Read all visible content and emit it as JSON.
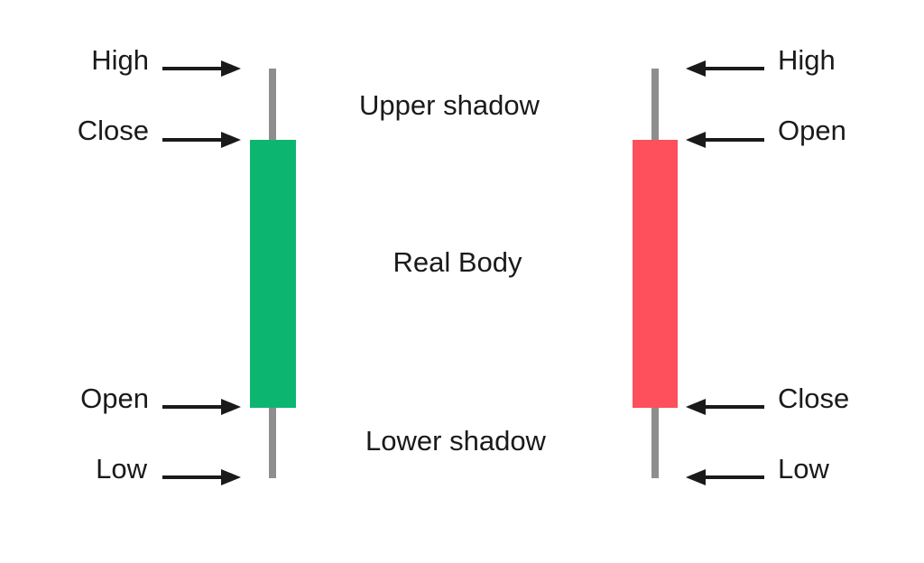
{
  "colors": {
    "background": "#ffffff",
    "text": "#1a1a1a",
    "arrow": "#1a1a1a",
    "wick": "#8e8e8e",
    "bullish": "#0db670",
    "bearish": "#fd4f5c"
  },
  "left_candle": {
    "type": "bullish",
    "labels": {
      "high": "High",
      "close": "Close",
      "open": "Open",
      "low": "Low"
    }
  },
  "right_candle": {
    "type": "bearish",
    "labels": {
      "high": "High",
      "open": "Open",
      "close": "Close",
      "low": "Low"
    }
  },
  "zone_labels": {
    "upper_shadow": "Upper shadow",
    "real_body": "Real Body",
    "lower_shadow": "Lower shadow"
  }
}
